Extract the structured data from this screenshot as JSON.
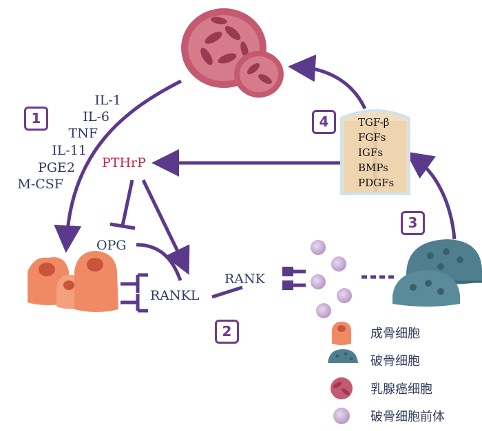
{
  "steps": [
    "1",
    "2",
    "3",
    "4"
  ],
  "cytokines": [
    "IL-1",
    "IL-6",
    "TNF",
    "IL-11",
    "PGE2",
    "M-CSF"
  ],
  "pthrp": "PTHrP",
  "opg": "OPG",
  "rankl": "RANKL",
  "rank": "RANK",
  "bone_matrix_factors": [
    "TGF-β",
    "FGFs",
    "IGFs",
    "BMPs",
    "PDGFs"
  ],
  "legend": [
    {
      "label": "成骨细胞",
      "icon": "osteoblast-icon"
    },
    {
      "label": "破骨细胞",
      "icon": "osteoclast-icon"
    },
    {
      "label": "乳腺癌细胞",
      "icon": "breast-cancer-cell-icon"
    },
    {
      "label": "破骨细胞前体",
      "icon": "osteoclast-precursor-icon"
    }
  ],
  "colors": {
    "arrow": "#5b3a8c",
    "text": "#2f3a6a",
    "pthrp": "#c62c47",
    "osteoblast": "#f08a64",
    "osteoclast": "#4f7f8f",
    "cancer": "#c45a70",
    "precursor": "#c7a9d3"
  }
}
